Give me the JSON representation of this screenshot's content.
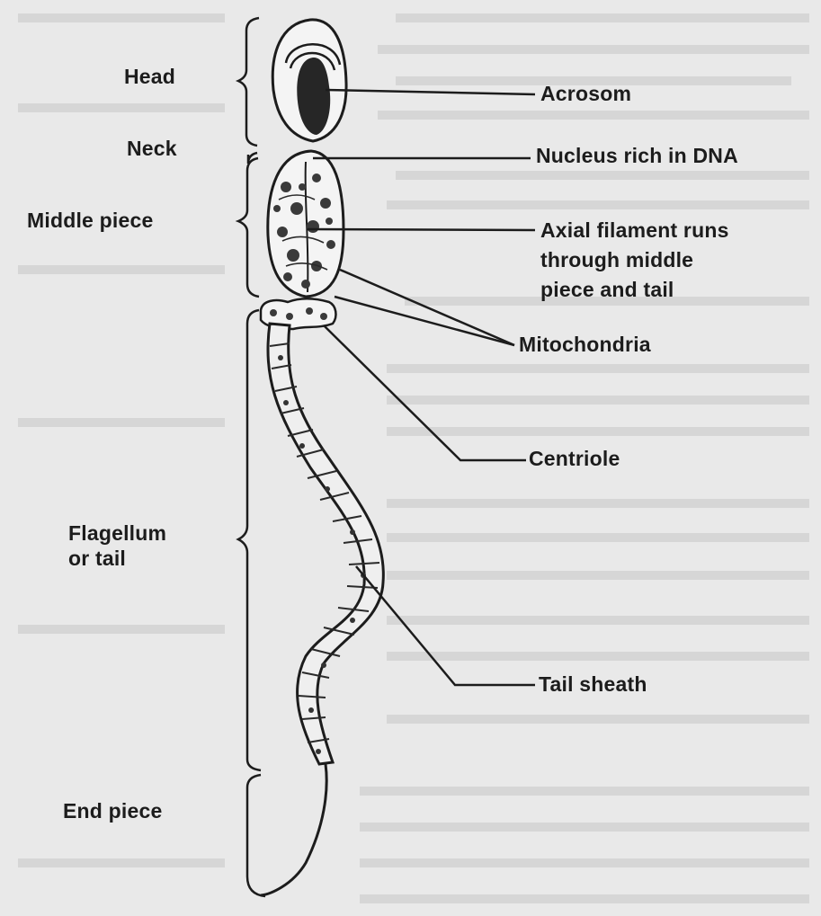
{
  "labels": {
    "left": {
      "head": "Head",
      "neck": "Neck",
      "middle_piece": "Middle piece",
      "flagellum_line1": "Flagellum",
      "flagellum_line2": "or tail",
      "end_piece": "End piece"
    },
    "right": {
      "acrosom": "Acrosom",
      "nucleus": "Nucleus rich in DNA",
      "axial_line1": "Axial filament runs",
      "axial_line2": "through middle",
      "axial_line3": "piece and tail",
      "mitochondria": "Mitochondria",
      "centriole": "Centriole",
      "tail_sheath": "Tail sheath"
    }
  },
  "colors": {
    "background": "#e9e9e9",
    "ink": "#1c1c1c",
    "fill": "#f4f4f4"
  }
}
